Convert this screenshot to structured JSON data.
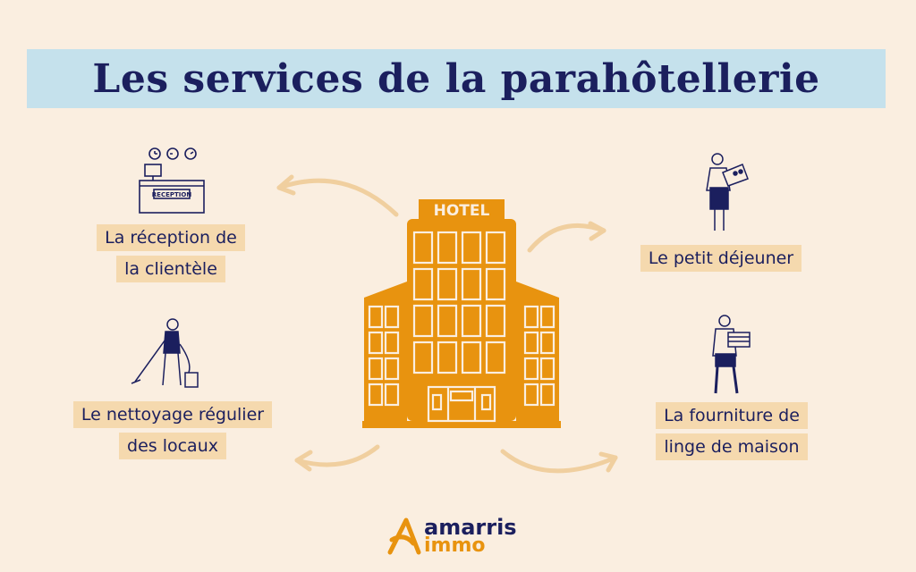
{
  "title": "Les services de la parahôtellerie",
  "center": {
    "sign": "HOTEL"
  },
  "services": [
    {
      "lines": [
        "La réception de",
        "la clientèle"
      ],
      "icon": "reception-desk-icon",
      "reception_sign": "RECEPTION"
    },
    {
      "lines": [
        "Le petit déjeuner"
      ],
      "icon": "waiter-tray-icon"
    },
    {
      "lines": [
        "Le nettoyage régulier",
        "des locaux"
      ],
      "icon": "cleaner-vacuum-icon"
    },
    {
      "lines": [
        "La fourniture de",
        "linge de maison"
      ],
      "icon": "linen-carrier-icon"
    }
  ],
  "logo": {
    "brand": "amarris",
    "sub": "immo"
  },
  "colors": {
    "background": "#faeee0",
    "title_bar": "#c5e1ec",
    "navy": "#1b1f5e",
    "label_bg": "#f5d9ae",
    "orange": "#e8930f",
    "arrow": "#f0cf9f"
  }
}
